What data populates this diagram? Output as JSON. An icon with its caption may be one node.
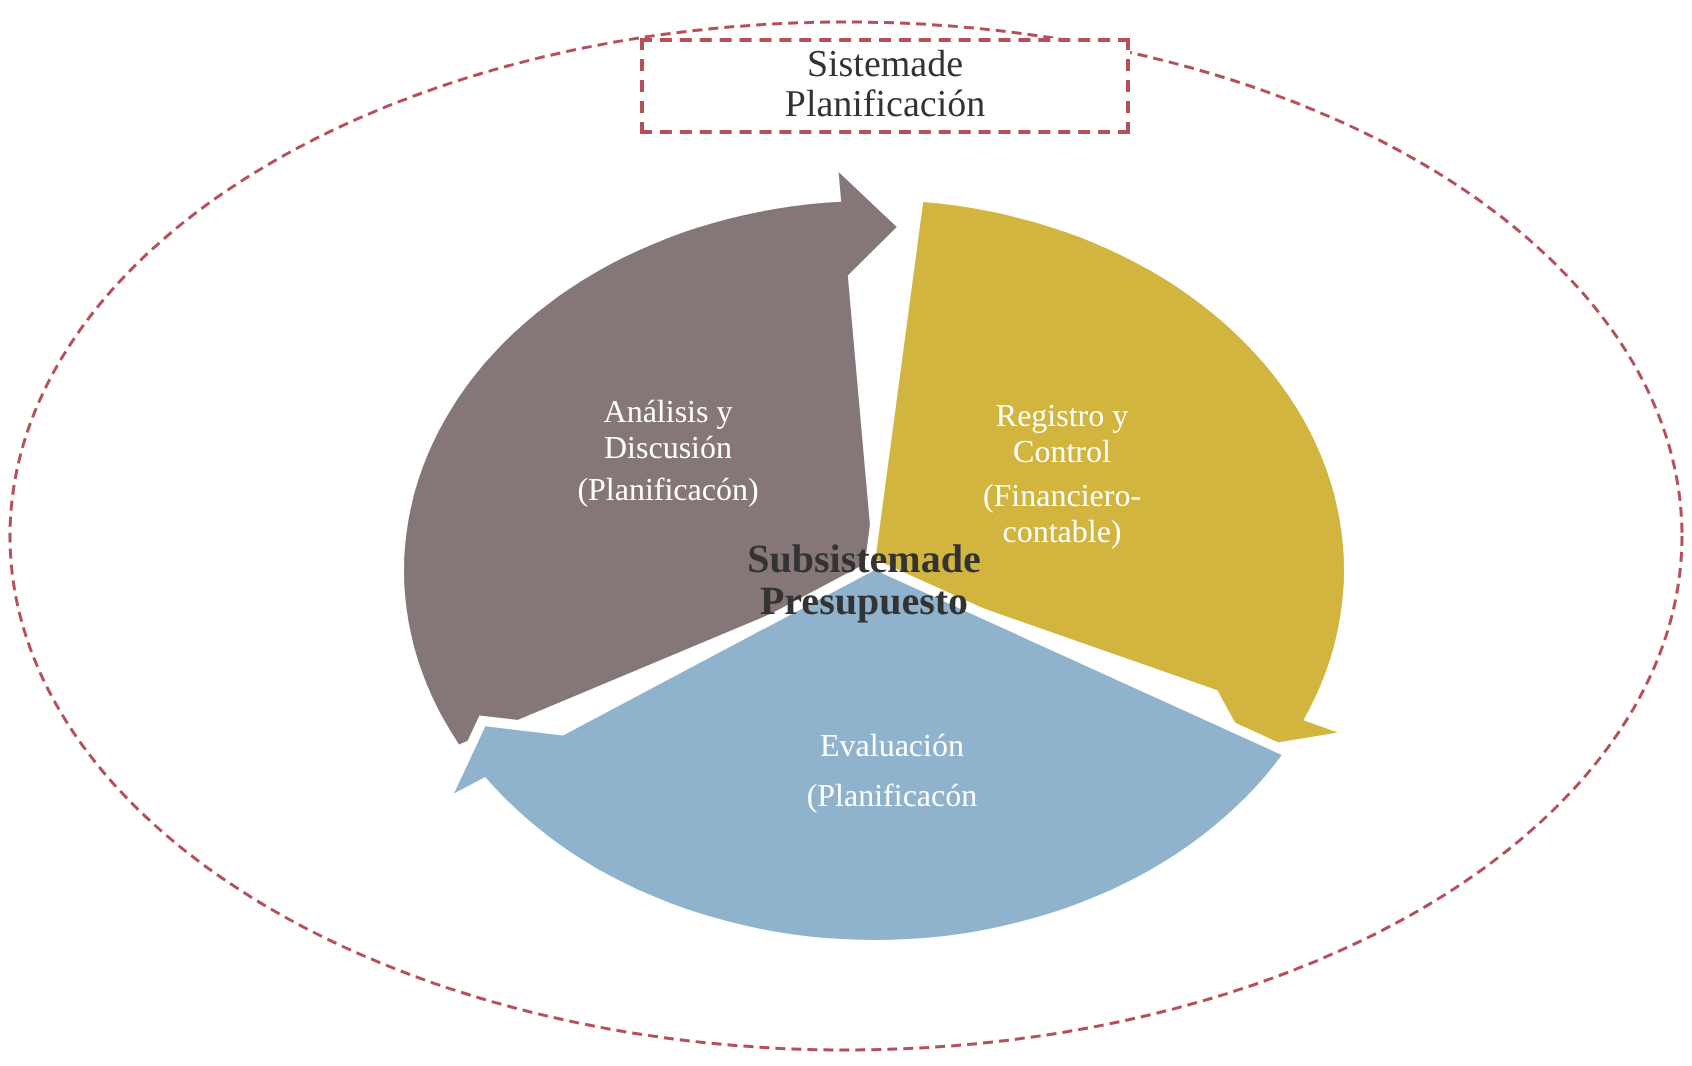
{
  "diagram": {
    "nodes": [
      {
        "text": [
          "Sistemade Planificación"
        ]
      },
      {
        "text": [
          "Análisis y Discusión",
          "(Planificacón)"
        ],
        "in": 0
      },
      {
        "text": [
          "Registro y Control",
          "(Financiero-contable)"
        ],
        "in": 0
      },
      {
        "text": [
          "Evaluación",
          "(Planificacón"
        ],
        "in": 0
      },
      {
        "text": [
          "Subsistemade Presupuesto"
        ],
        "in": 0
      }
    ]
  }
}
